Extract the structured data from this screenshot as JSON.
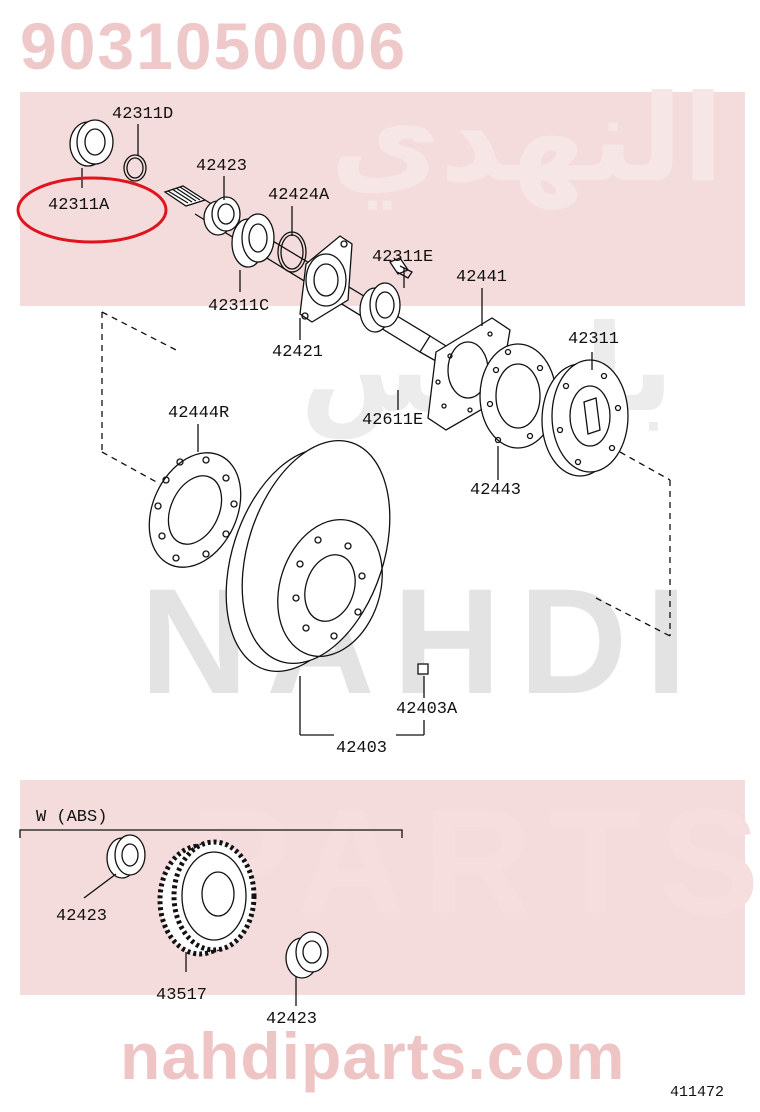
{
  "watermark": {
    "part_number": "9031050006",
    "website": "nahdiparts.com",
    "brand_top": "NAHDI",
    "brand_bottom": "PARTS",
    "brand_arabic_1": "النهدي",
    "brand_arabic_2": "بارتس"
  },
  "labels": {
    "l_42311D": "42311D",
    "l_42311A": "42311A",
    "l_42423_top": "42423",
    "l_42424A": "42424A",
    "l_42311C": "42311C",
    "l_42311E": "42311E",
    "l_42441": "42441",
    "l_42311": "42311",
    "l_42421": "42421",
    "l_42444R": "42444R",
    "l_42611E": "42611E",
    "l_42443": "42443",
    "l_42403A": "42403A",
    "l_42403": "42403",
    "l_w_abs": "W (ABS)",
    "l_42423_left": "42423",
    "l_43517": "43517",
    "l_42423_bottom": "42423",
    "l_ref": "411472"
  },
  "colors": {
    "highlight": "#e0141c",
    "line": "#111111",
    "watermark_pink": "#f2d0d0"
  }
}
